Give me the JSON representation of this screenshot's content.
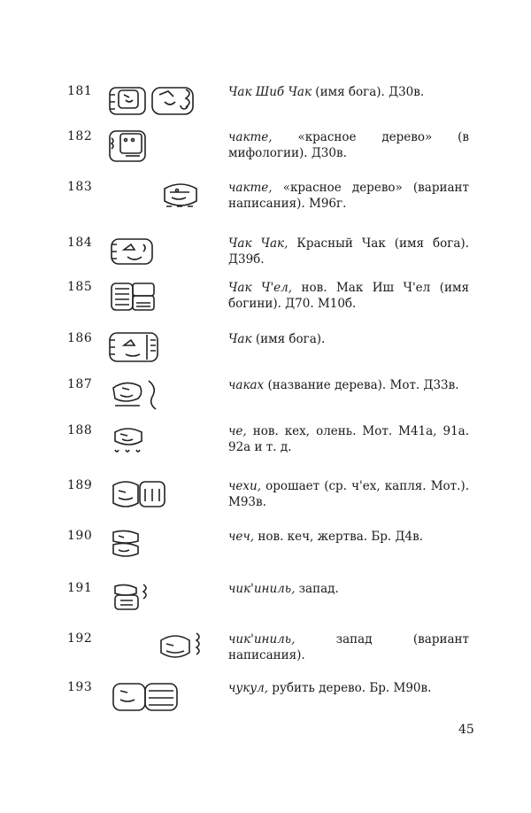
{
  "page_number": "45",
  "entries": [
    {
      "num": "181",
      "term": "Чак Шиб Чак",
      "rest": " (имя бога). Д30в."
    },
    {
      "num": "182",
      "term": "чакте,",
      "rest": " «красное дерево» (в мифологии). Д30в."
    },
    {
      "num": "183",
      "term": "чакте,",
      "rest": " «красное дерево» (вариант написания). М96г."
    },
    {
      "num": "184",
      "term": "Чак Чак,",
      "rest": " Красный Чак (имя бога). Д39б."
    },
    {
      "num": "185",
      "term": "Чак Ч'ел,",
      "rest": " нов. Мак Иш Ч'ел (имя богини). Д70. М10б."
    },
    {
      "num": "186",
      "term": "Чак",
      "rest": " (имя бога)."
    },
    {
      "num": "187",
      "term": "чаках",
      "rest": " (название дерева). Мот. Д33в."
    },
    {
      "num": "188",
      "term": "че,",
      "rest": " нов. кех, олень. Мот. М41а, 91а. 92а и т. д."
    },
    {
      "num": "189",
      "term": "чехи,",
      "rest": " орошает (ср. ч'ех, капля. Мот.). М93в."
    },
    {
      "num": "190",
      "term": "чеч,",
      "rest": " нов. кеч, жертва. Бр. Д4в."
    },
    {
      "num": "191",
      "term": "чик'иниль,",
      "rest": " запад."
    },
    {
      "num": "192",
      "term": "чик'иниль,",
      "rest": " запад (вариант написания)."
    },
    {
      "num": "193",
      "term": "чукул,",
      "rest": " рубить дерево. Бр. М90в."
    }
  ]
}
